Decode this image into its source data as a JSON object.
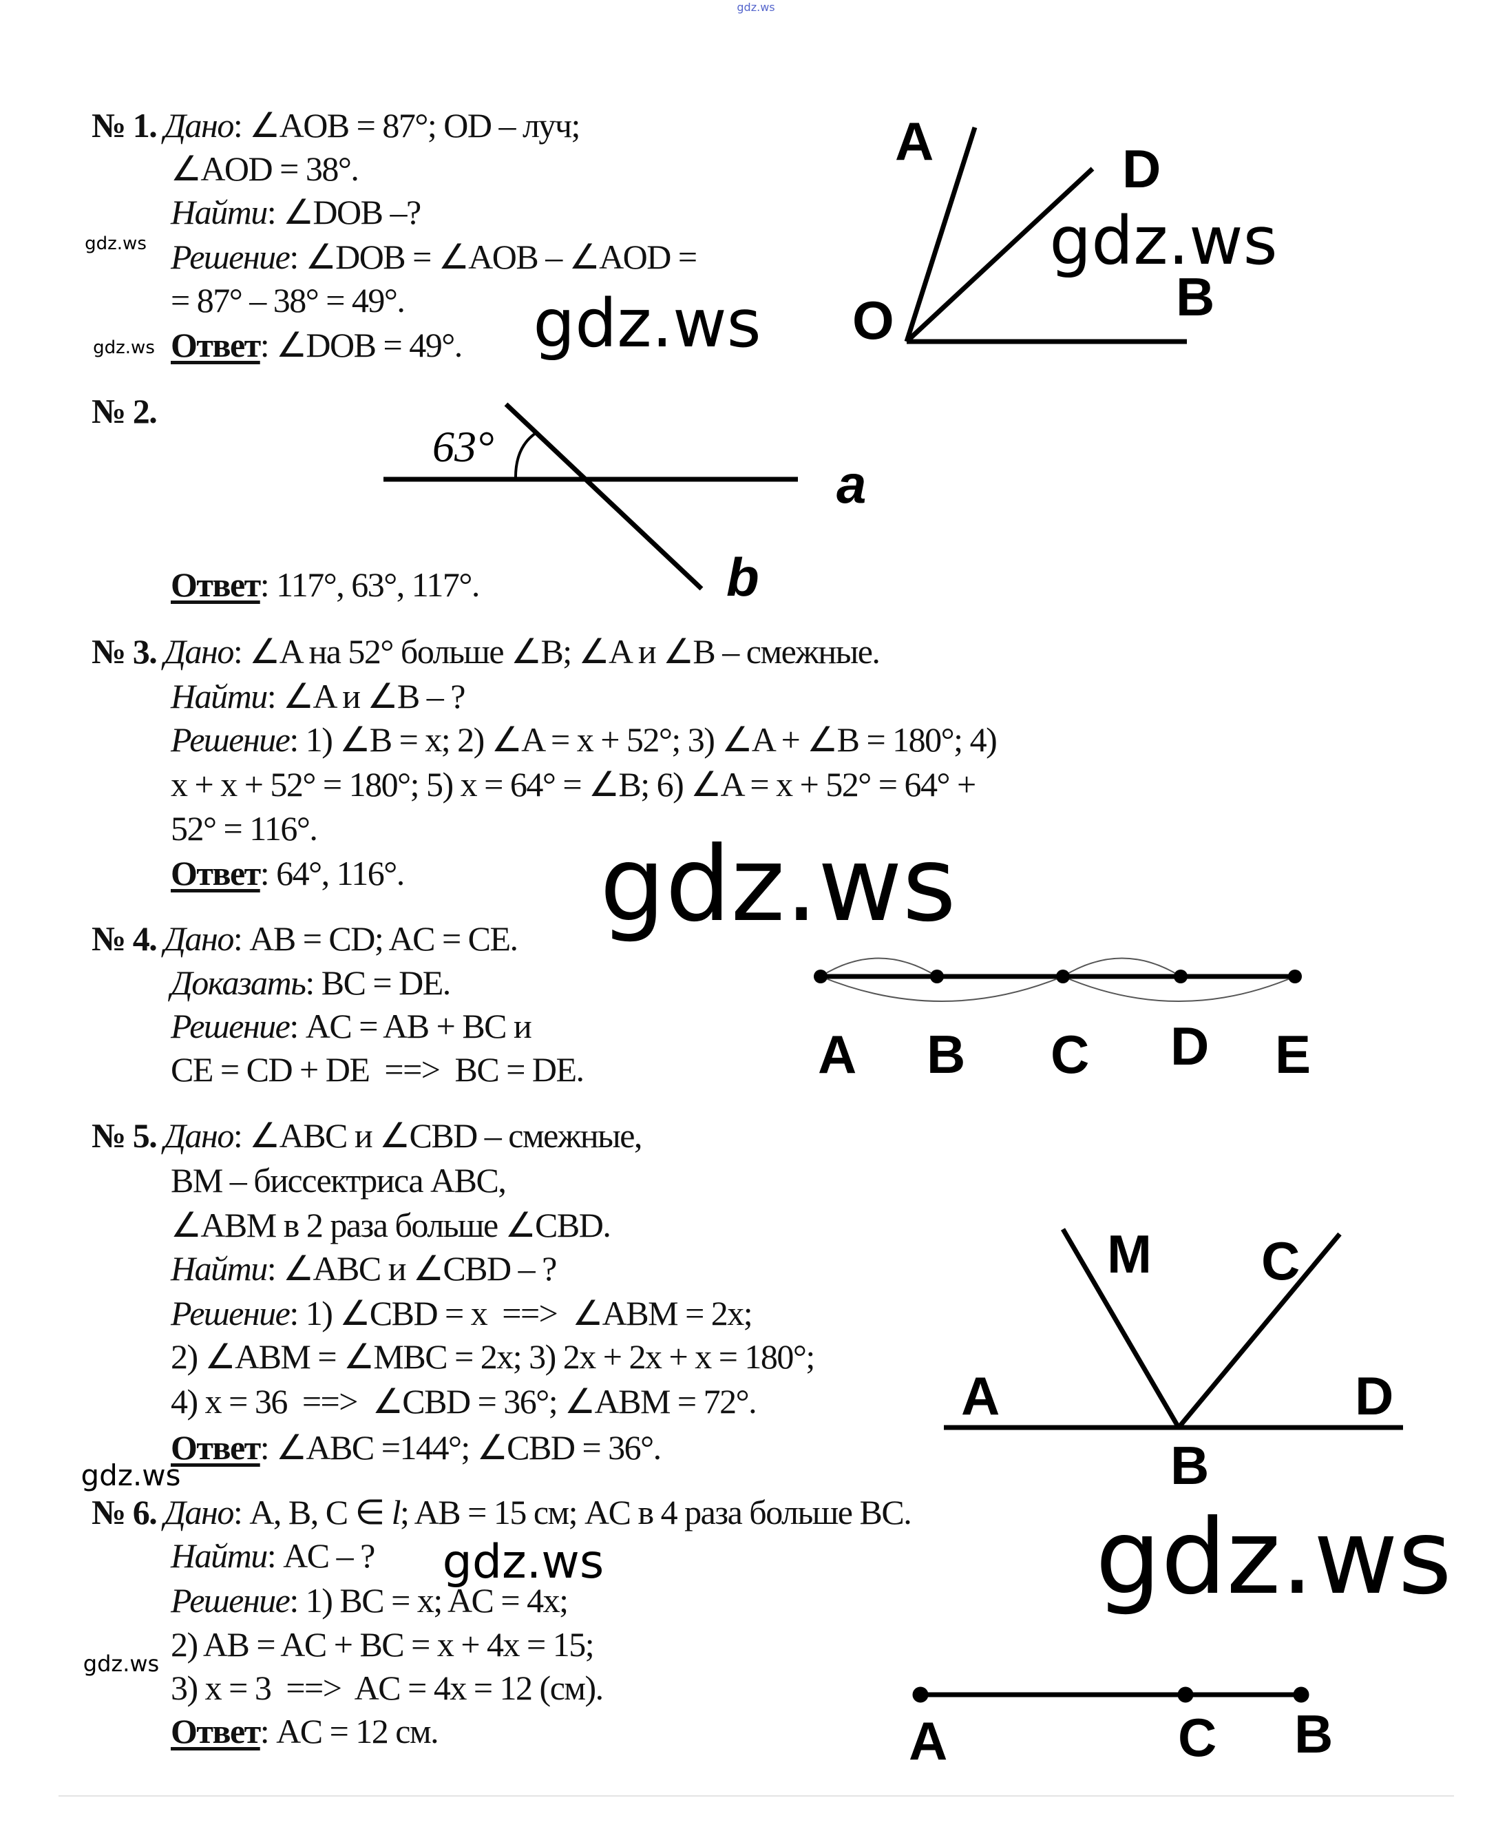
{
  "watermarks": {
    "top": "gdz.ws",
    "w1": "gdz.ws",
    "w2": "gdz.ws",
    "w3": "gdz.ws",
    "w4": "gdz.ws",
    "w5": "gdz.ws",
    "w6": "gdz.ws",
    "w7": "gdz.ws",
    "w8": "gdz.ws",
    "w9": "gdz.ws"
  },
  "problems": [
    {
      "lines": [
        [
          {
            "style": "num",
            "text": "№ 1. "
          },
          {
            "style": "label",
            "text": "Дано"
          },
          {
            "style": "text",
            "text": ": ∠AOB = 87°; OD – луч;"
          }
        ],
        [
          {
            "style": "text",
            "text": "∠AOD = 38°."
          }
        ],
        [
          {
            "style": "label",
            "text": "Найти"
          },
          {
            "style": "text",
            "text": ": ∠DOB –?"
          }
        ],
        [
          {
            "style": "label",
            "text": "Решение"
          },
          {
            "style": "text",
            "text": ": ∠DOB = ∠AOB – ∠AOD ="
          }
        ],
        [
          {
            "style": "text",
            "text": "= 87° – 38° = 49°."
          }
        ],
        [
          {
            "style": "answer",
            "text": "Ответ"
          },
          {
            "style": "text",
            "text": ": ∠DOB = 49°."
          }
        ]
      ]
    },
    {
      "lines": [
        [
          {
            "style": "num",
            "text": "№ 2."
          }
        ],
        [
          {
            "style": "answer",
            "text": "Ответ"
          },
          {
            "style": "text",
            "text": ": 117°, 63°, 117°."
          }
        ]
      ]
    },
    {
      "lines": [
        [
          {
            "style": "num",
            "text": "№ 3. "
          },
          {
            "style": "label",
            "text": "Дано"
          },
          {
            "style": "text",
            "text": ": ∠A на 52° больше ∠B; ∠A и ∠B – смежные."
          }
        ],
        [
          {
            "style": "label",
            "text": "Найти"
          },
          {
            "style": "text",
            "text": ": ∠A и ∠B – ?"
          }
        ],
        [
          {
            "style": "label",
            "text": "Решение"
          },
          {
            "style": "text",
            "text": ": 1) ∠B = x; 2) ∠A = x + 52°; 3) ∠A + ∠B = 180°; 4)"
          }
        ],
        [
          {
            "style": "text",
            "text": "x + x + 52° = 180°; 5) x = 64° = ∠B; 6) ∠A = x + 52° = 64° +"
          }
        ],
        [
          {
            "style": "text",
            "text": "52° = 116°."
          }
        ],
        [
          {
            "style": "answer",
            "text": "Ответ"
          },
          {
            "style": "text",
            "text": ": 64°, 116°."
          }
        ]
      ]
    },
    {
      "lines": [
        [
          {
            "style": "num",
            "text": "№ 4. "
          },
          {
            "style": "label",
            "text": "Дано"
          },
          {
            "style": "text",
            "text": ": AB = CD; AC = CE."
          }
        ],
        [
          {
            "style": "label",
            "text": "Доказать"
          },
          {
            "style": "text",
            "text": ": BC = DE."
          }
        ],
        [
          {
            "style": "label",
            "text": "Решение"
          },
          {
            "style": "text",
            "text": ": AC = AB + BC и"
          }
        ],
        [
          {
            "style": "text",
            "text": "CE = CD + DE  ==>  BC = DE."
          }
        ]
      ]
    },
    {
      "lines": [
        [
          {
            "style": "num",
            "text": "№ 5. "
          },
          {
            "style": "label",
            "text": "Дано"
          },
          {
            "style": "text",
            "text": ": ∠ABC и ∠CBD – смежные,"
          }
        ],
        [
          {
            "style": "text",
            "text": "BM – биссектриса ABC,"
          }
        ],
        [
          {
            "style": "text",
            "text": "∠ABM в 2 раза больше ∠CBD."
          }
        ],
        [
          {
            "style": "label",
            "text": "Найти"
          },
          {
            "style": "text",
            "text": ": ∠ABC и ∠CBD – ?"
          }
        ],
        [
          {
            "style": "label",
            "text": "Решение"
          },
          {
            "style": "text",
            "text": ": 1) ∠CBD = x  ==>  ∠ABM = 2x;"
          }
        ],
        [
          {
            "style": "text",
            "text": "2) ∠ABM = ∠MBC = 2x; 3) 2x + 2x + x = 180°;"
          }
        ],
        [
          {
            "style": "text",
            "text": "4) x = 36  ==>  ∠CBD = 36°; ∠ABM = 72°."
          }
        ],
        [
          {
            "style": "answer",
            "text": "Ответ"
          },
          {
            "style": "text",
            "text": ": ∠ABC =144°; ∠CBD = 36°."
          }
        ]
      ]
    },
    {
      "lines": [
        [
          {
            "style": "num",
            "text": "№ 6. "
          },
          {
            "style": "label",
            "text": "Дано"
          },
          {
            "style": "text",
            "text": ": A, B, C ∈ "
          },
          {
            "style": "var",
            "text": "l"
          },
          {
            "style": "text",
            "text": "; AB = 15 см; AC в 4 раза больше BC."
          }
        ],
        [
          {
            "style": "label",
            "text": "Найти"
          },
          {
            "style": "text",
            "text": ": AC – ?"
          }
        ],
        [
          {
            "style": "label",
            "text": "Решение"
          },
          {
            "style": "text",
            "text": ": 1) BC = x; AC = 4x;"
          }
        ],
        [
          {
            "style": "text",
            "text": "2) AB = AC + BC = x + 4x = 15;"
          }
        ],
        [
          {
            "style": "text",
            "text": "3) x = 3  ==>  AC = 4x = 12 (см)."
          }
        ],
        [
          {
            "style": "answer",
            "text": "Ответ"
          },
          {
            "style": "text",
            "text": ": AC = 12 см."
          }
        ]
      ]
    }
  ],
  "diagrams": {
    "d1": {
      "A": "A",
      "D": "D",
      "O": "O",
      "B": "B"
    },
    "d2": {
      "angle": "63°",
      "a": "a",
      "b": "b"
    },
    "d4": {
      "A": "A",
      "B": "B",
      "C": "C",
      "D": "D",
      "E": "E"
    },
    "d5": {
      "M": "M",
      "C": "C",
      "A": "A",
      "D": "D",
      "B": "B"
    },
    "d6": {
      "A": "A",
      "C": "C",
      "B": "B"
    }
  }
}
